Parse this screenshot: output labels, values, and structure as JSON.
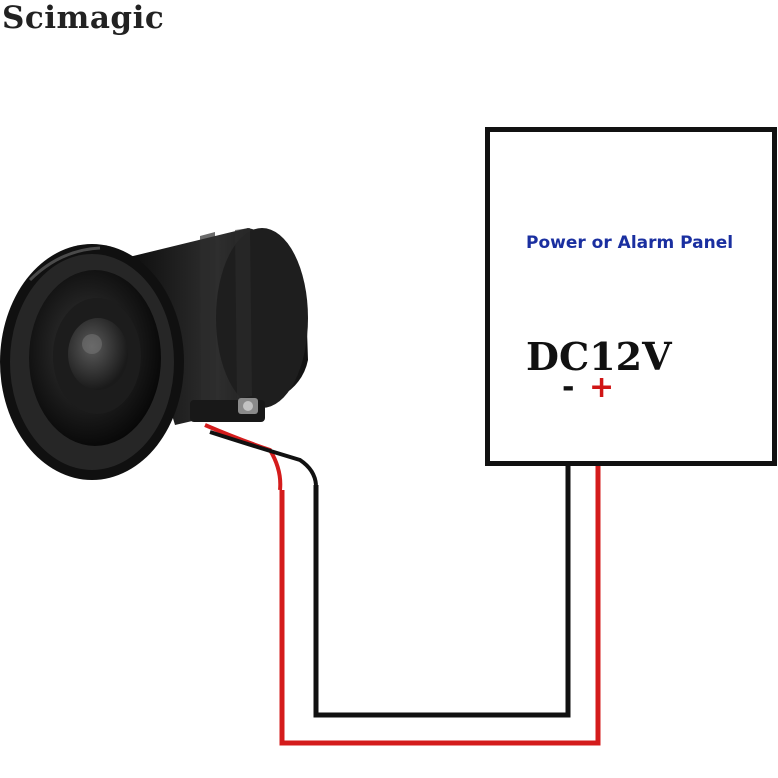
{
  "brand": {
    "name": "Scimagic"
  },
  "panel": {
    "title": "Power or Alarm Panel",
    "voltage": "DC12V",
    "terminal_negative": "-",
    "terminal_positive": "+"
  },
  "wires": {
    "negative_color": "#111111",
    "positive_color": "#d41c1c"
  },
  "colors": {
    "title_blue": "#1a2fa0",
    "siren_body": "#141414"
  }
}
